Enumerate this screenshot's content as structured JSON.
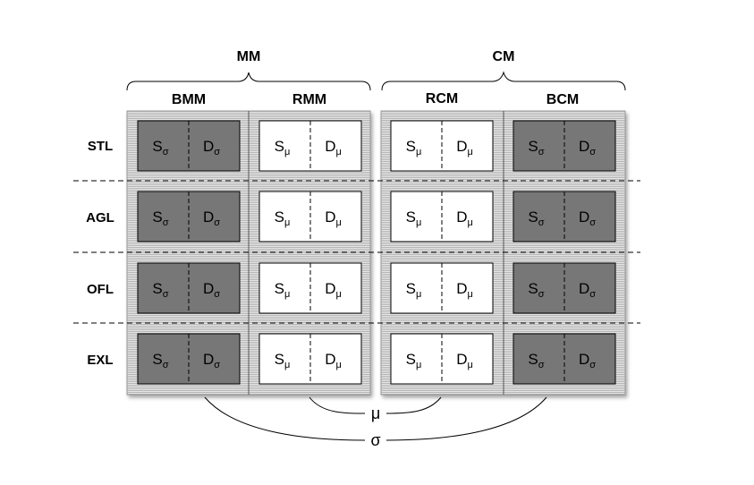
{
  "groups": [
    {
      "label": "MM",
      "columns": [
        "BMM",
        "RMM"
      ]
    },
    {
      "label": "CM",
      "columns": [
        "RCM",
        "BCM"
      ]
    }
  ],
  "rows": [
    "STL",
    "AGL",
    "OFL",
    "EXL"
  ],
  "cell": {
    "s_letter": "S",
    "d_letter": "D"
  },
  "symbols": {
    "mu": "μ",
    "sigma": "σ"
  },
  "column_modes": [
    "sigma",
    "mu",
    "mu",
    "sigma"
  ],
  "colors": {
    "sigma_fill": "#777777",
    "mu_fill": "#ffffff",
    "panel_bg": "#dedede",
    "line": "#000000"
  },
  "bottom_labels": {
    "mu": "μ",
    "sigma": "σ"
  }
}
